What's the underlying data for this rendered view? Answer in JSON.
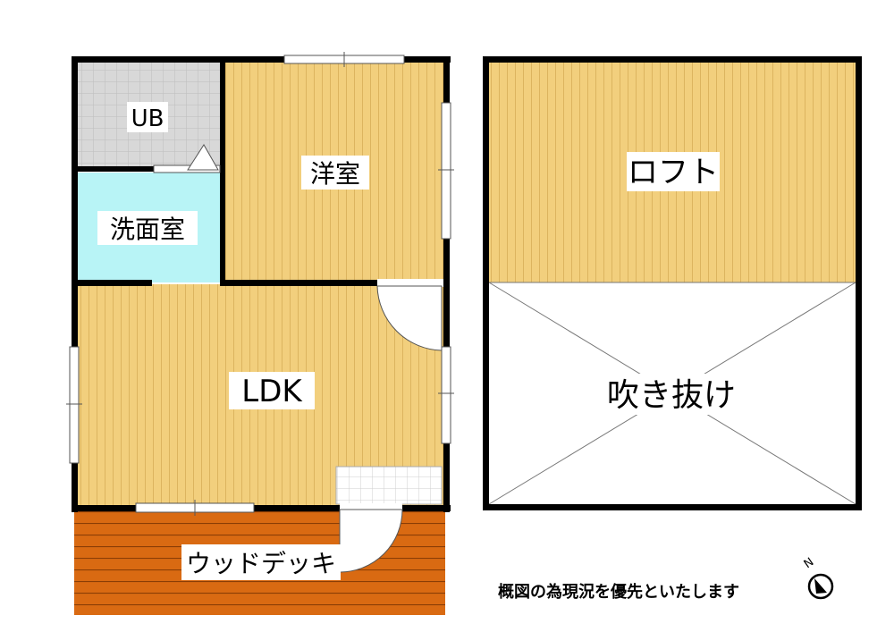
{
  "rooms": {
    "ub": "UB",
    "washroom": "洗面室",
    "western_room": "洋室",
    "ldk": "LDK",
    "wood_deck": "ウッドデッキ",
    "loft": "ロフト",
    "atrium": "吹き抜け"
  },
  "note": "概図の為現況を優先といたします",
  "compass": {
    "label": "N",
    "direction": "north-northwest"
  },
  "colors": {
    "wall": "#000000",
    "wood_floor": "#f2cf7d",
    "wood_floor_line": "#dcb45f",
    "tile": "#d8d8d8",
    "tile_line": "#bdbdbd",
    "washroom": "#b8f4f6",
    "deck": "#d96a12",
    "deck_line": "#8a3d05",
    "atrium": "#ffffff"
  }
}
